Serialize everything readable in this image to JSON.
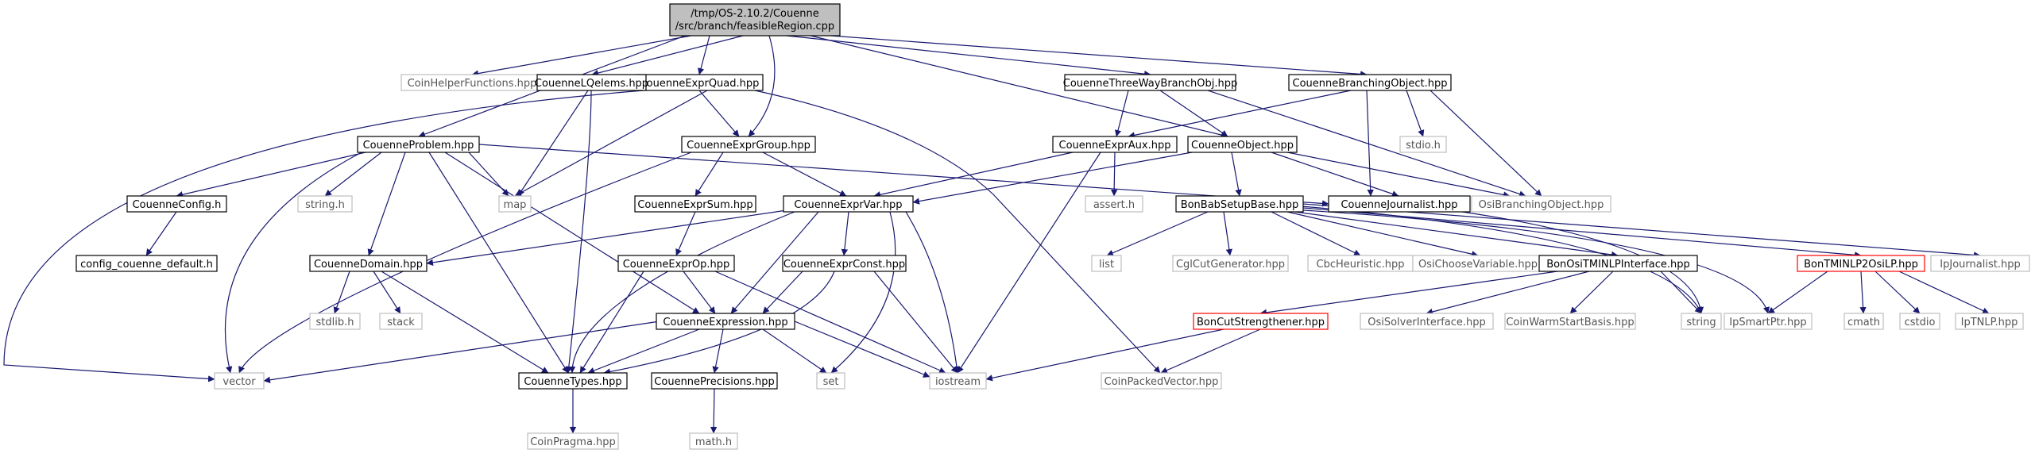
{
  "graph": {
    "root": {
      "id": "root",
      "lines": [
        "/tmp/OS-2.10.2/Couenne",
        "/src/branch/feasibleRegion.cpp"
      ]
    },
    "nodes": [
      {
        "id": "coinHelper",
        "label": "CoinHelperFunctions.hpp",
        "style": "external"
      },
      {
        "id": "exprQuad",
        "label": "CouenneExprQuad.hpp",
        "style": "documented"
      },
      {
        "id": "lqelems",
        "label": "CouenneLQelems.hpp",
        "style": "documented"
      },
      {
        "id": "threeWay",
        "label": "CouenneThreeWayBranchObj.hpp",
        "style": "documented"
      },
      {
        "id": "branchingObj",
        "label": "CouenneBranchingObject.hpp",
        "style": "documented"
      },
      {
        "id": "problem",
        "label": "CouenneProblem.hpp",
        "style": "documented"
      },
      {
        "id": "exprGroup",
        "label": "CouenneExprGroup.hpp",
        "style": "documented"
      },
      {
        "id": "exprAux",
        "label": "CouenneExprAux.hpp",
        "style": "documented"
      },
      {
        "id": "object",
        "label": "CouenneObject.hpp",
        "style": "documented"
      },
      {
        "id": "stdioH",
        "label": "stdio.h",
        "style": "external"
      },
      {
        "id": "config",
        "label": "CouenneConfig.h",
        "style": "documented"
      },
      {
        "id": "stringH",
        "label": "string.h",
        "style": "external"
      },
      {
        "id": "map",
        "label": "map",
        "style": "external"
      },
      {
        "id": "exprSum",
        "label": "CouenneExprSum.hpp",
        "style": "documented"
      },
      {
        "id": "exprVar",
        "label": "CouenneExprVar.hpp",
        "style": "documented"
      },
      {
        "id": "assertH",
        "label": "assert.h",
        "style": "external"
      },
      {
        "id": "babSetup",
        "label": "BonBabSetupBase.hpp",
        "style": "documented"
      },
      {
        "id": "journalist",
        "label": "CouenneJournalist.hpp",
        "style": "documented"
      },
      {
        "id": "osiBranching",
        "label": "OsiBranchingObject.hpp",
        "style": "external"
      },
      {
        "id": "configDefault",
        "label": "config_couenne_default.h",
        "style": "documented"
      },
      {
        "id": "domain",
        "label": "CouenneDomain.hpp",
        "style": "documented"
      },
      {
        "id": "exprOp",
        "label": "CouenneExprOp.hpp",
        "style": "documented"
      },
      {
        "id": "exprConst",
        "label": "CouenneExprConst.hpp",
        "style": "documented"
      },
      {
        "id": "list",
        "label": "list",
        "style": "external"
      },
      {
        "id": "cglCut",
        "label": "CglCutGenerator.hpp",
        "style": "external"
      },
      {
        "id": "cbcHeur",
        "label": "CbcHeuristic.hpp",
        "style": "external"
      },
      {
        "id": "osiChoose",
        "label": "OsiChooseVariable.hpp",
        "style": "external"
      },
      {
        "id": "osiTminlp",
        "label": "BonOsiTMINLPInterface.hpp",
        "style": "documented"
      },
      {
        "id": "tminlp2osilp",
        "label": "BonTMINLP2OsiLP.hpp",
        "style": "undocumented"
      },
      {
        "id": "ipJournalist",
        "label": "IpJournalist.hpp",
        "style": "external"
      },
      {
        "id": "stdlibH",
        "label": "stdlib.h",
        "style": "external"
      },
      {
        "id": "stack",
        "label": "stack",
        "style": "external"
      },
      {
        "id": "expression",
        "label": "CouenneExpression.hpp",
        "style": "documented"
      },
      {
        "id": "cutStrength",
        "label": "BonCutStrengthener.hpp",
        "style": "undocumented"
      },
      {
        "id": "osiSolver",
        "label": "OsiSolverInterface.hpp",
        "style": "external"
      },
      {
        "id": "warmStart",
        "label": "CoinWarmStartBasis.hpp",
        "style": "external"
      },
      {
        "id": "string",
        "label": "string",
        "style": "external"
      },
      {
        "id": "ipSmartPtr",
        "label": "IpSmartPtr.hpp",
        "style": "external"
      },
      {
        "id": "cmath",
        "label": "cmath",
        "style": "external"
      },
      {
        "id": "cstdio",
        "label": "cstdio",
        "style": "external"
      },
      {
        "id": "ipTnlp",
        "label": "IpTNLP.hpp",
        "style": "external"
      },
      {
        "id": "vector",
        "label": "vector",
        "style": "external"
      },
      {
        "id": "types",
        "label": "CouenneTypes.hpp",
        "style": "documented"
      },
      {
        "id": "precisions",
        "label": "CouennePrecisions.hpp",
        "style": "documented"
      },
      {
        "id": "set",
        "label": "set",
        "style": "external"
      },
      {
        "id": "iostream",
        "label": "iostream",
        "style": "external"
      },
      {
        "id": "coinPacked",
        "label": "CoinPackedVector.hpp",
        "style": "external"
      },
      {
        "id": "coinPragma",
        "label": "CoinPragma.hpp",
        "style": "external"
      },
      {
        "id": "mathH",
        "label": "math.h",
        "style": "external"
      }
    ],
    "edges": [
      [
        "root",
        "coinHelper"
      ],
      [
        "root",
        "exprQuad"
      ],
      [
        "root",
        "lqelems"
      ],
      [
        "root",
        "threeWay"
      ],
      [
        "root",
        "branchingObj"
      ],
      [
        "root",
        "problem"
      ],
      [
        "root",
        "exprGroup"
      ],
      [
        "root",
        "object"
      ],
      [
        "exprQuad",
        "exprGroup"
      ],
      [
        "exprQuad",
        "map"
      ],
      [
        "exprQuad",
        "vector"
      ],
      [
        "exprQuad",
        "coinPacked"
      ],
      [
        "lqelems",
        "map"
      ],
      [
        "lqelems",
        "types"
      ],
      [
        "threeWay",
        "exprAux"
      ],
      [
        "threeWay",
        "object"
      ],
      [
        "threeWay",
        "osiBranching"
      ],
      [
        "branchingObj",
        "exprAux"
      ],
      [
        "branchingObj",
        "journalist"
      ],
      [
        "branchingObj",
        "stdioH"
      ],
      [
        "branchingObj",
        "osiBranching"
      ],
      [
        "problem",
        "config"
      ],
      [
        "problem",
        "stringH"
      ],
      [
        "problem",
        "map"
      ],
      [
        "problem",
        "domain"
      ],
      [
        "problem",
        "expression"
      ],
      [
        "problem",
        "types"
      ],
      [
        "problem",
        "vector"
      ],
      [
        "problem",
        "journalist"
      ],
      [
        "exprGroup",
        "exprSum"
      ],
      [
        "exprGroup",
        "exprVar"
      ],
      [
        "exprGroup",
        "vector"
      ],
      [
        "exprAux",
        "exprVar"
      ],
      [
        "exprAux",
        "assertH"
      ],
      [
        "exprAux",
        "iostream"
      ],
      [
        "object",
        "exprVar"
      ],
      [
        "object",
        "babSetup"
      ],
      [
        "object",
        "journalist"
      ],
      [
        "object",
        "osiBranching"
      ],
      [
        "config",
        "configDefault"
      ],
      [
        "exprSum",
        "exprOp"
      ],
      [
        "exprVar",
        "domain"
      ],
      [
        "exprVar",
        "exprConst"
      ],
      [
        "exprVar",
        "expression"
      ],
      [
        "exprVar",
        "types"
      ],
      [
        "exprVar",
        "set"
      ],
      [
        "exprVar",
        "iostream"
      ],
      [
        "babSetup",
        "list"
      ],
      [
        "babSetup",
        "cglCut"
      ],
      [
        "babSetup",
        "cbcHeur"
      ],
      [
        "babSetup",
        "osiChoose"
      ],
      [
        "babSetup",
        "osiTminlp"
      ],
      [
        "babSetup",
        "tminlp2osilp"
      ],
      [
        "babSetup",
        "ipJournalist"
      ],
      [
        "babSetup",
        "ipSmartPtr"
      ],
      [
        "babSetup",
        "string"
      ],
      [
        "journalist",
        "string"
      ],
      [
        "domain",
        "stdlibH"
      ],
      [
        "domain",
        "stack"
      ],
      [
        "domain",
        "types"
      ],
      [
        "exprOp",
        "expression"
      ],
      [
        "exprOp",
        "types"
      ],
      [
        "exprOp",
        "iostream"
      ],
      [
        "exprConst",
        "expression"
      ],
      [
        "exprConst",
        "types"
      ],
      [
        "exprConst",
        "iostream"
      ],
      [
        "osiTminlp",
        "cutStrength"
      ],
      [
        "osiTminlp",
        "osiSolver"
      ],
      [
        "osiTminlp",
        "warmStart"
      ],
      [
        "osiTminlp",
        "string"
      ],
      [
        "tminlp2osilp",
        "ipSmartPtr"
      ],
      [
        "tminlp2osilp",
        "cmath"
      ],
      [
        "tminlp2osilp",
        "cstdio"
      ],
      [
        "tminlp2osilp",
        "ipTnlp"
      ],
      [
        "expression",
        "vector"
      ],
      [
        "expression",
        "types"
      ],
      [
        "expression",
        "precisions"
      ],
      [
        "expression",
        "set"
      ],
      [
        "expression",
        "iostream"
      ],
      [
        "cutStrength",
        "iostream"
      ],
      [
        "cutStrength",
        "coinPacked"
      ],
      [
        "types",
        "coinPragma"
      ],
      [
        "precisions",
        "mathH"
      ]
    ]
  },
  "colors": {
    "root_fill": "#bfbfbf",
    "documented_border": "#000000",
    "external_border": "#bfbfbf",
    "undocumented_border": "#ff0000",
    "external_text": "#555555",
    "text": "#000000",
    "edge": "#191970"
  }
}
